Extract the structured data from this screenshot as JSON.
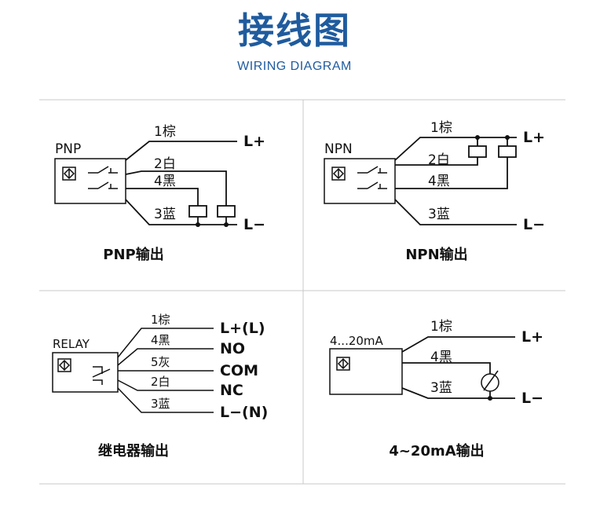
{
  "header": {
    "title": "接线图",
    "subtitle": "WIRING DIAGRAM"
  },
  "panels": {
    "pnp": {
      "device_label": "PNP",
      "caption": "PNP输出",
      "wire1": "1棕",
      "wire2": "2白",
      "wire4": "4黑",
      "wire3": "3蓝",
      "lplus": "L+",
      "lminus": "L−"
    },
    "npn": {
      "device_label": "NPN",
      "caption": "NPN输出",
      "wire1": "1棕",
      "wire2": "2白",
      "wire4": "4黑",
      "wire3": "3蓝",
      "lplus": "L+",
      "lminus": "L−"
    },
    "relay": {
      "device_label": "RELAY",
      "caption": "继电器输出",
      "wire1": "1棕",
      "wire4": "4黑",
      "wire5": "5灰",
      "wire2": "2白",
      "wire3": "3蓝",
      "t1": "L+(L)",
      "t2": "NO",
      "t3": "COM",
      "t4": "NC",
      "t5": "L−(N)"
    },
    "analog": {
      "device_label": "4...20mA",
      "caption": "4~20mA输出",
      "wire1": "1棕",
      "wire4": "4黑",
      "wire3": "3蓝",
      "lplus": "L+",
      "lminus": "L−"
    }
  },
  "colors": {
    "title": "#1f5b9e",
    "line": "#111111",
    "grid": "#c8c8c8"
  }
}
